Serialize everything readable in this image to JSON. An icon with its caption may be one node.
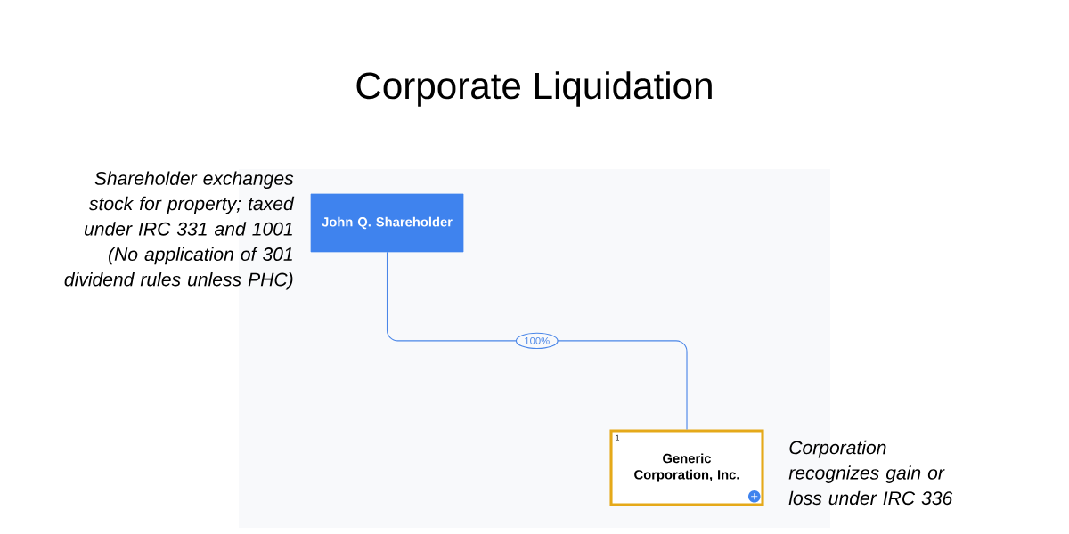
{
  "diagram": {
    "title": "Corporate Liquidation",
    "nodes": [
      {
        "text": [
          "John Q. Shareholder"
        ],
        "beside": [
          "Shareholder exchanges stock for property; taxed under IRC 331 and 1001 (No application of 301 dividend rules unless PHC)"
        ]
      },
      {
        "text": [
          "1",
          "Generic Corporation, Inc."
        ],
        "beside": [
          "Corporation recognizes gain or loss under IRC 336"
        ]
      }
    ],
    "edges": [
      {
        "from": 0,
        "to": 1,
        "arrow": "none",
        "label": "100%"
      }
    ]
  }
}
